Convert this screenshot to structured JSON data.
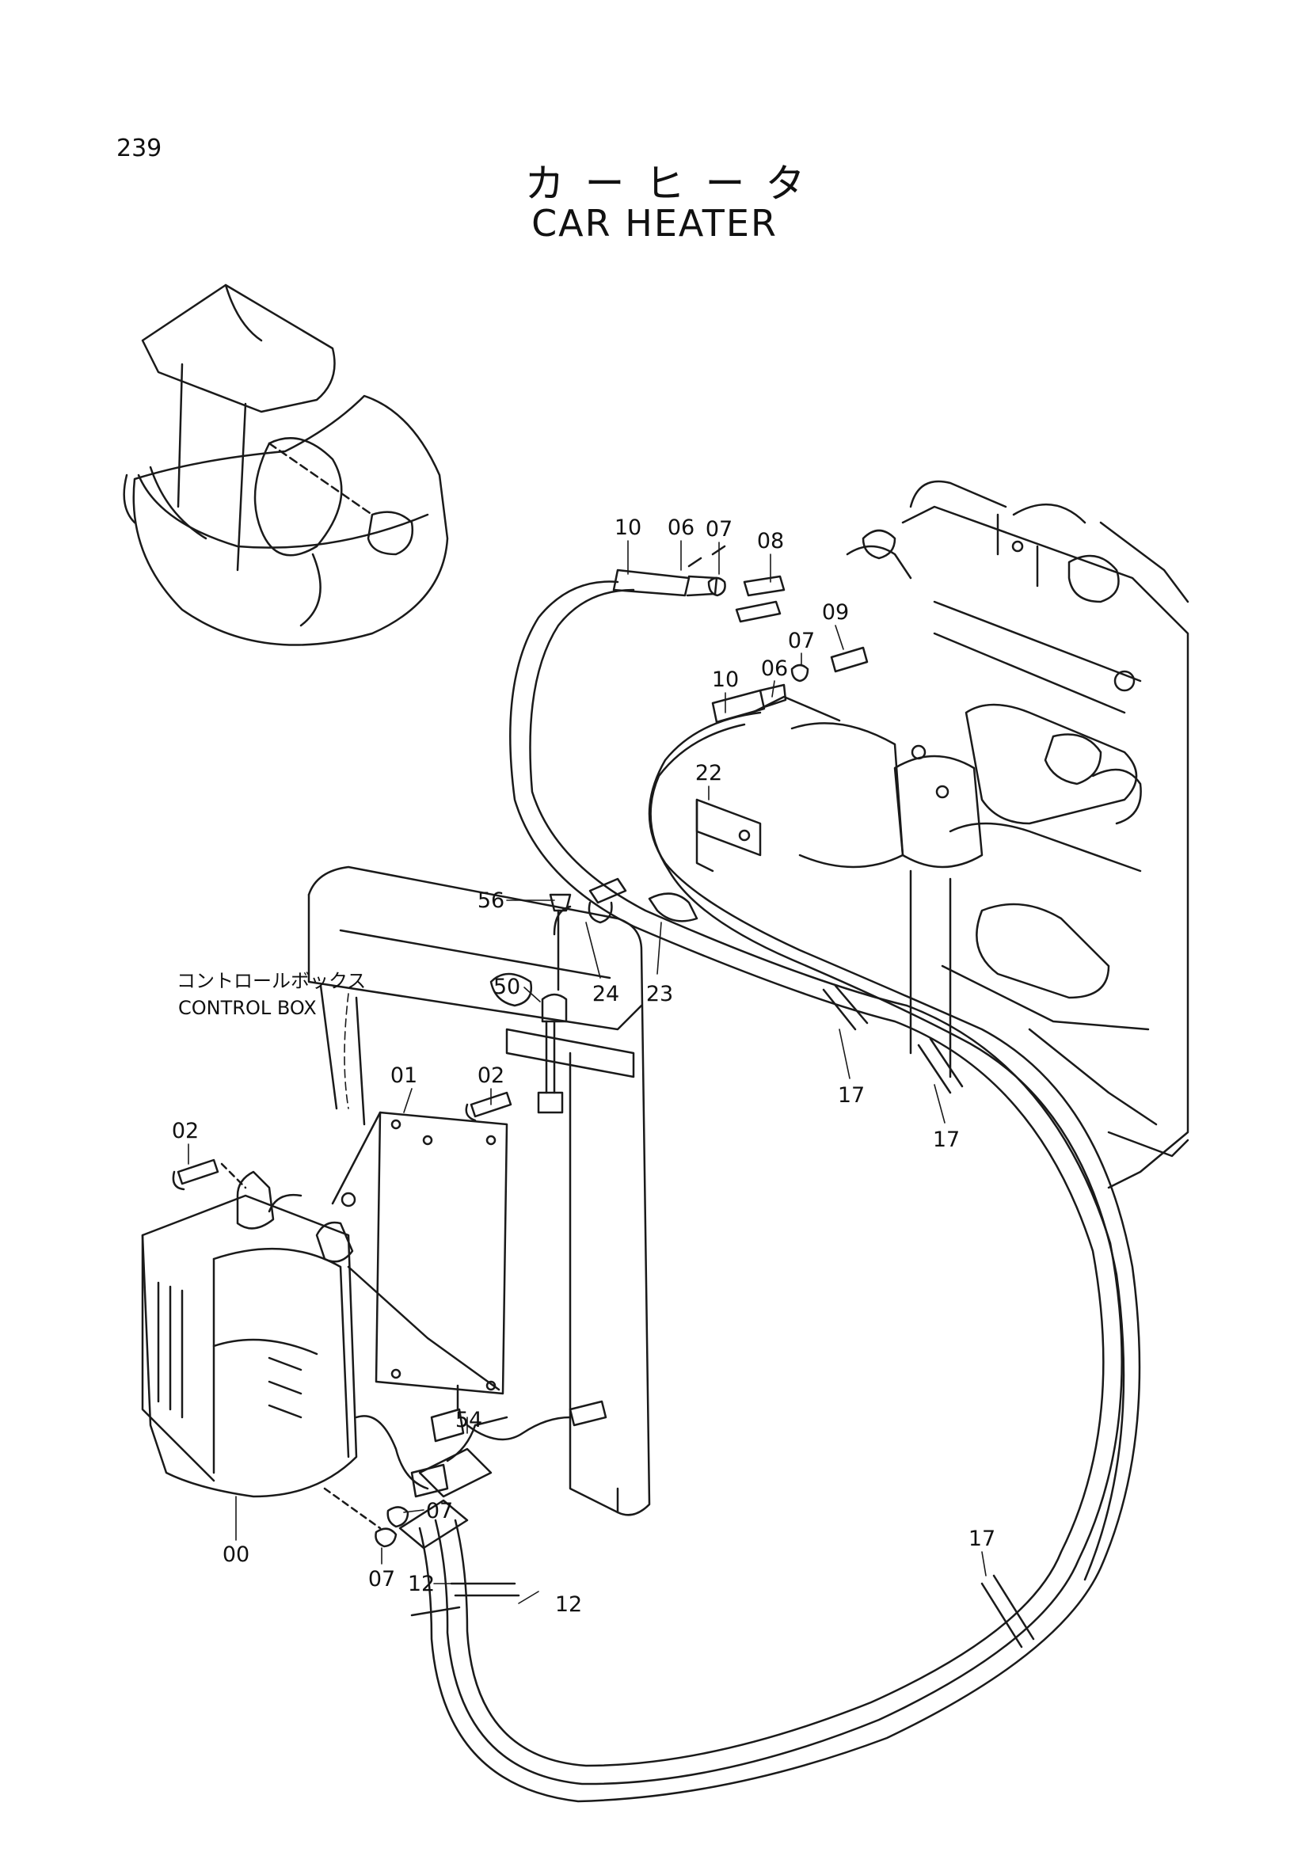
{
  "page": {
    "number": "239"
  },
  "title": {
    "jp": "カーヒータ",
    "en": "CAR HEATER"
  },
  "control_box_label": {
    "jp": "コントロールボックス",
    "en": "CONTROL BOX"
  },
  "callouts": {
    "c10a": "10",
    "c06a": "06",
    "c07a": "07",
    "c08": "08",
    "c09": "09",
    "c07b": "07",
    "c10b": "10",
    "c06b": "06",
    "c22": "22",
    "c56": "56",
    "c50": "50",
    "c24": "24",
    "c23": "23",
    "c17a": "17",
    "c17b": "17",
    "c01": "01",
    "c02a": "02",
    "c02b": "02",
    "c54": "54",
    "c00": "00",
    "c07c": "07",
    "c07d": "07",
    "c12a": "12",
    "c12b": "12",
    "c17c": "17"
  }
}
